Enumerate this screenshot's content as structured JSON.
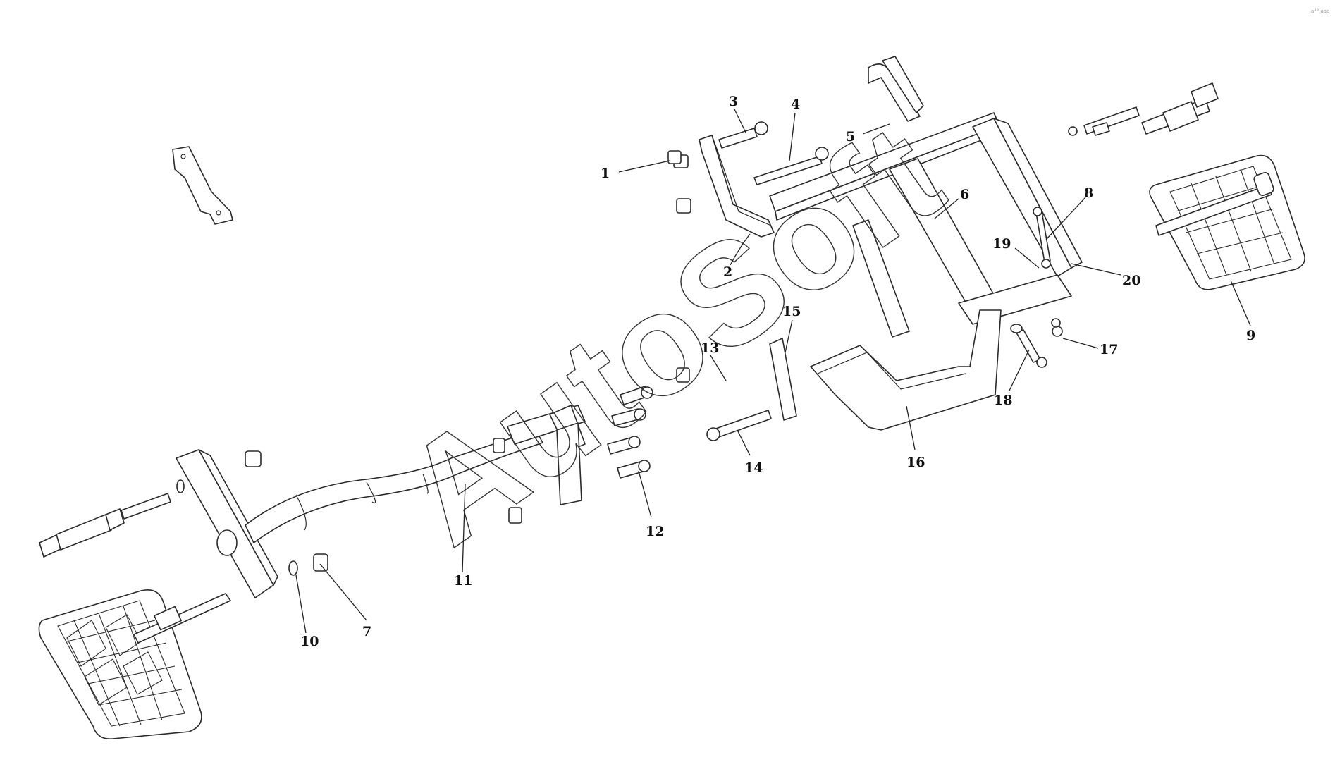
{
  "watermark": "AutoSoft",
  "corner_mark": "a°° aaa",
  "callouts": [
    "1",
    "2",
    "3",
    "4",
    "5",
    "6",
    "7",
    "8",
    "9",
    "10",
    "11",
    "12",
    "13",
    "14",
    "15",
    "16",
    "17",
    "18",
    "19",
    "20"
  ]
}
